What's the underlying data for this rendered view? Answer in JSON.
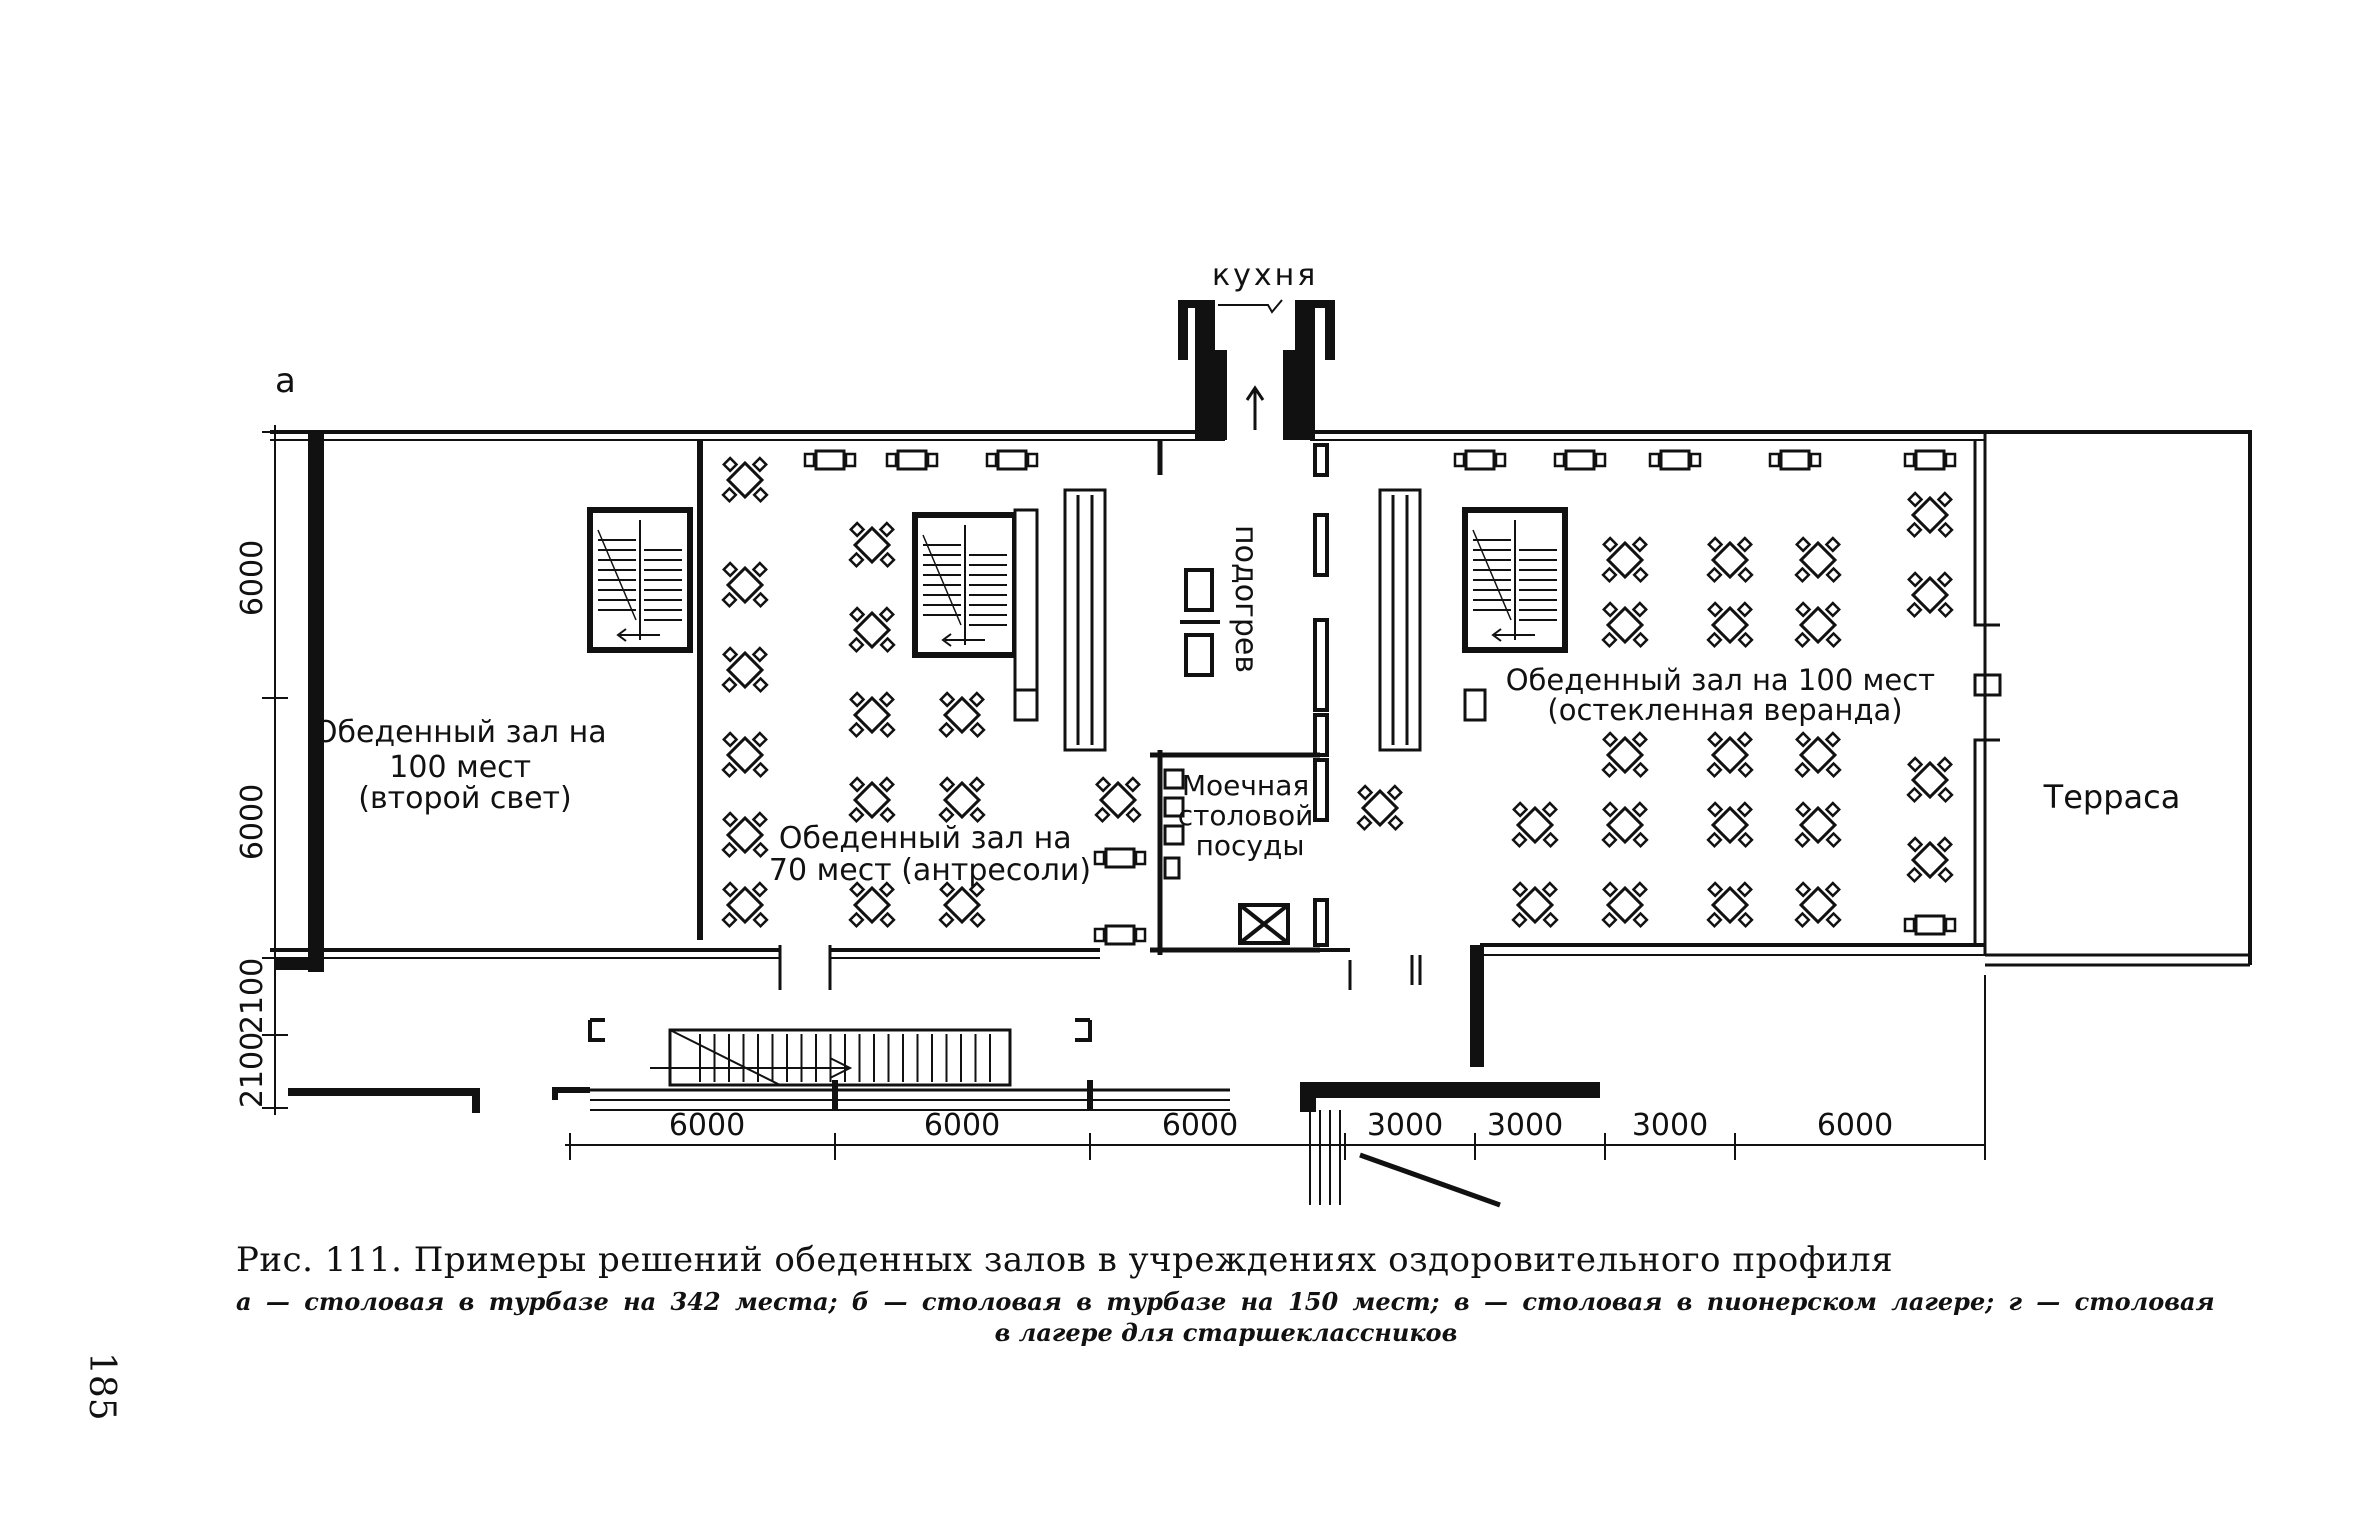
{
  "plan_label": "а",
  "rooms": {
    "kitchen": "кухня",
    "heating": "подогрев",
    "hall_second_light": [
      "Обеденный зал на",
      "100 мест",
      "(второй свет)"
    ],
    "hall_mezzanine": [
      "Обеденный зал на",
      "70 мест (антресоли)"
    ],
    "dishwashing": [
      "Моечная",
      "столовой",
      "посуды"
    ],
    "hall_veranda": [
      "Обеденный зал на 100 мест",
      "(остекленная веранда)"
    ],
    "terrace": "Терраса"
  },
  "dimensions": {
    "vertical": [
      "6000",
      "6000",
      "2100",
      "2100"
    ],
    "horizontal": [
      "6000",
      "6000",
      "6000",
      "3000",
      "3000",
      "3000",
      "6000"
    ]
  },
  "caption": {
    "title": "Рис. 111. Примеры решений обеденных залов в учреждениях оздоровительного профиля",
    "legend_line1": "а — столовая в турбазе на 342 места; б — столовая в турбазе на 150 мест; в — столовая в пионерском лагере; г — столовая",
    "legend_line2": "в лагере для старшеклассников"
  },
  "page_number": "185"
}
